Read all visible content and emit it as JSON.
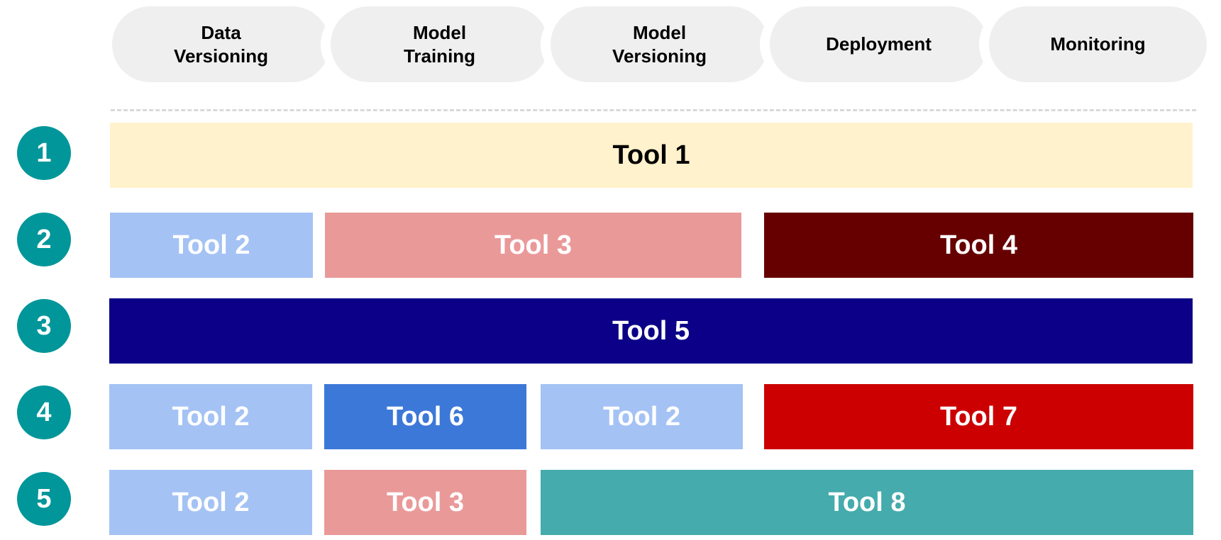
{
  "stages": [
    {
      "label": "Data\nVersioning"
    },
    {
      "label": "Model\nTraining"
    },
    {
      "label": "Model\nVersioning"
    },
    {
      "label": "Deployment"
    },
    {
      "label": "Monitoring"
    }
  ],
  "rows": [
    {
      "number": "1"
    },
    {
      "number": "2"
    },
    {
      "number": "3"
    },
    {
      "number": "4"
    },
    {
      "number": "5"
    }
  ],
  "tools": {
    "r1_tool1": {
      "label": "Tool 1",
      "color": "#fff2cc"
    },
    "r2_tool2": {
      "label": "Tool 2",
      "color": "#a4c2f4"
    },
    "r2_tool3": {
      "label": "Tool 3",
      "color": "#ea9999"
    },
    "r2_tool4": {
      "label": "Tool 4",
      "color": "#660000"
    },
    "r3_tool5": {
      "label": "Tool 5",
      "color": "#0b0087"
    },
    "r4_tool2a": {
      "label": "Tool 2",
      "color": "#a4c2f4"
    },
    "r4_tool6": {
      "label": "Tool 6",
      "color": "#3c78d8"
    },
    "r4_tool2b": {
      "label": "Tool 2",
      "color": "#a4c2f4"
    },
    "r4_tool7": {
      "label": "Tool 7",
      "color": "#cc0000"
    },
    "r5_tool2": {
      "label": "Tool 2",
      "color": "#a4c2f4"
    },
    "r5_tool3": {
      "label": "Tool 3",
      "color": "#ea9999"
    },
    "r5_tool8": {
      "label": "Tool 8",
      "color": "#45abad"
    }
  },
  "colors": {
    "badge": "#00969a",
    "stage_pill": "#efefef"
  }
}
